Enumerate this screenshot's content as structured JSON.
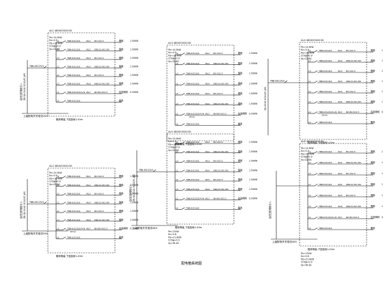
{
  "caption": "配电箱系统图",
  "rows": [
    [
      "L1",
      "TBB-63C16/1",
      "WL1",
      "BV-3X2.5",
      "照明",
      "1.50KW"
    ],
    [
      "L2",
      "TBB-63C16/1",
      "WL2",
      "KBG15,WC,WS",
      "照明",
      "1.50KW"
    ],
    [
      "L3",
      "TBB-63C16/1",
      "WL3",
      "BV-3X2.5",
      "照明",
      "1.50KW"
    ],
    [
      "L1",
      "TBB-63C16/1",
      "WL4",
      "KBG15,WC,WS",
      "照明",
      "1.50KW"
    ],
    [
      "L2",
      "TBB-63C16/1",
      "WL5",
      "BV-3X2.5",
      "照明",
      "1.50KW"
    ],
    [
      "L3",
      "TBB-63C16/1",
      "WL6",
      "KBG15,WC,WS",
      "照明",
      "1.50KW"
    ],
    [
      "L1",
      "TBB-63C20/1P+N",
      "WL7",
      "NH-BV-3X2.5",
      "应急照明",
      "0.50KW"
    ],
    [
      "L2",
      "TBB-63C16/1",
      "",
      "",
      "备用",
      ""
    ]
  ],
  "panels": [
    {
      "id": "AL1",
      "title": "AL1 480X250X150",
      "params": [
        "Pe=14.9kW",
        "Kx=0.9",
        "Pjs=13.4kW",
        "COSφ=0.9",
        "Ijs=22.6A"
      ],
      "main": "TBB-63C25/3",
      "feed_cable": "ZR-YJV-5X10 SC40,FC,WS",
      "feed_from": "由低压配电柜引入",
      "bottom": "上级配电开关电流25A",
      "height_note": "箱体明装,下皮距地1.40m"
    },
    {
      "id": "AL2",
      "title": "AL2 480X250X150",
      "params": [
        "Pe=14.9kW",
        "Kx=0.9",
        "Pjs=13.4kW",
        "COSφ=0.9",
        "Ijs=22.6A"
      ],
      "main": "TBB-63C25/3",
      "feed_cable": "ZR-YJV-5X10 SC40,FC,WS",
      "feed_from": "由低压配电柜引入",
      "bottom": "上级配电开关电流25A",
      "height_note": "箱体明装,下皮距地1.40m",
      "rcd": "30mA"
    },
    {
      "id": "AL3",
      "title": "AL3 480X250X150",
      "params": [
        "Pe=14.9kW",
        "Kx=0.9",
        "Pjs=13.4kW",
        "COSφ=0.9",
        "Ijs=22.6A"
      ],
      "height_note": "箱体明装,下皮距地1.40m",
      "rcd": "30mA"
    },
    {
      "id": "AL5",
      "title": "AL5 480X250X150",
      "params": [
        "Pe=14.9kW",
        "Kx=0.9",
        "Pjs=13.4kW",
        "COSφ=0.9",
        "Ijs=22.6A"
      ],
      "main": "TBB-63C25/3",
      "feed_cable": "ZR-YJV-5X10 SC40,FC,WS",
      "feed_from": "由低压配电柜引入",
      "bottom": "上级配电开关电流40A",
      "height_note": "箱体明装,下皮距地1.40m",
      "sum_params": [
        "Pe=27kW",
        "Kx=0.8",
        "Pjs=21.6kW",
        "COSφ=0.9",
        "Ijs=36.4A"
      ]
    },
    {
      "id": "AL4",
      "title": "AL4 480X250X150",
      "params": [
        "Pe=14.9kW",
        "Kx=0.9",
        "Pjs=13.4kW",
        "COSφ=0.9",
        "Ijs=22.6A"
      ],
      "main": "TBB-63C25/3",
      "feed_cable": "YJV-5X10 SC40,FC,WS",
      "height_note": "箱体明装,下皮距地1.40m",
      "rcd": "30mA"
    },
    {
      "id": "AL6",
      "title": "AL6 480X250X150",
      "params": [
        "Pe=14.9kW",
        "Kx=0.9",
        "Pjs=13.4kW",
        "COSφ=0.9",
        "Ijs=22.6A"
      ],
      "feed_from": "由低压配电柜引入",
      "bottom": "上级配电开关电流40A",
      "height_note": "箱体明装,下皮距地1.40m",
      "sum_params": [
        "Pe=27kW",
        "Kx=0.8",
        "Pjs=21.6kW",
        "COSφ=0.9",
        "Ijs=36.4A"
      ]
    }
  ]
}
